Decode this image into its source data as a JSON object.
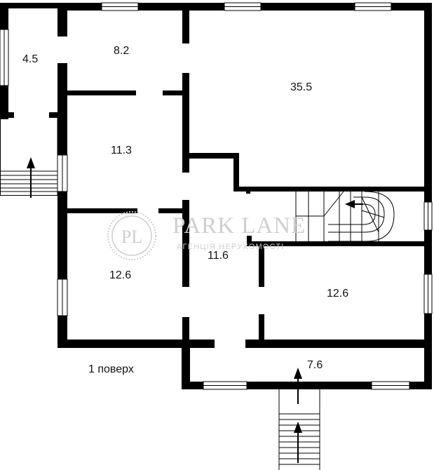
{
  "floor_label": "1 поверх",
  "rooms": [
    {
      "id": "vestibule",
      "area": "4.5"
    },
    {
      "id": "hall-top",
      "area": "8.2"
    },
    {
      "id": "living",
      "area": "35.5"
    },
    {
      "id": "room-left-mid",
      "area": "11.3"
    },
    {
      "id": "corridor",
      "area": "11.6"
    },
    {
      "id": "room-left-bottom",
      "area": "12.6"
    },
    {
      "id": "room-right-bottom",
      "area": "12.6"
    },
    {
      "id": "entrance",
      "area": "7.6"
    }
  ],
  "watermark": {
    "brand": "PARK LANE",
    "tagline": "АГЕНЦІЯ НЕРУХОМОСТІ",
    "monogram": "PL"
  },
  "colors": {
    "wall": "#000000",
    "background": "#ffffff",
    "watermark": "#cfcfcf"
  }
}
